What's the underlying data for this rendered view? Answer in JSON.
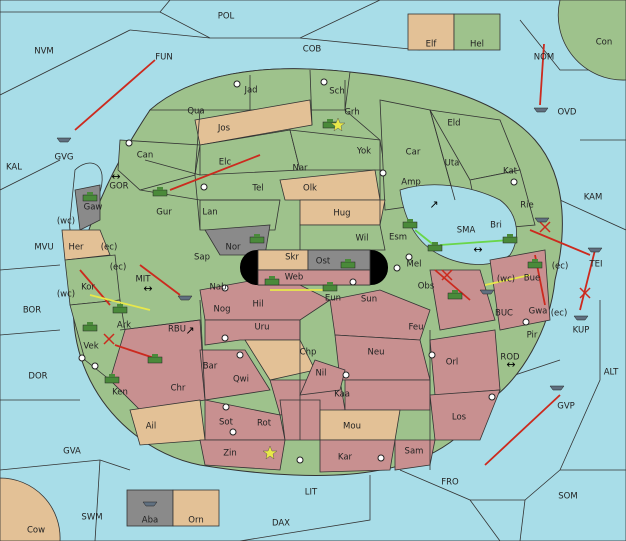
{
  "title": "",
  "colors": {
    "sea": "#a8dde8",
    "green_power": "#9ec28c",
    "neutral": "#e3c196",
    "red_power": "#c89090",
    "gray_power": "#8a8a8a",
    "order_red": "#cc2a1e",
    "order_yellow": "#e8e84a",
    "order_green": "#6ad64a"
  },
  "sea_regions": [
    "POL",
    "COB",
    "NVM",
    "FUN",
    "NOM",
    "Con",
    "KAL",
    "OVD",
    "GVG",
    "GOR",
    "KAM",
    "MVU",
    "MIT",
    "BOR",
    "SMA",
    "BUC",
    "RBU",
    "TEI",
    "KUP",
    "DOR",
    "ROD",
    "ALT",
    "GVP",
    "GVA",
    "FRO",
    "SOM",
    "LIT",
    "SWM",
    "DAX",
    "Cow"
  ],
  "land_regions": [
    "Jad",
    "Sch",
    "Grh",
    "Qua",
    "Jos",
    "Eld",
    "Can",
    "Yok",
    "Car",
    "Elc",
    "Nar",
    "Uta",
    "Kat",
    "Tel",
    "Olk",
    "Amp",
    "Gaw",
    "Gur",
    "Lan",
    "Hug",
    "Rie",
    "Esm",
    "Bri",
    "Her",
    "Nor",
    "Skr",
    "Wil",
    "Sap",
    "Ost",
    "Mel",
    "Kor",
    "Web",
    "Nab",
    "Obs",
    "Bue",
    "Hil",
    "Eun",
    "Sun",
    "Nog",
    "Gwa",
    "Ark",
    "Uru",
    "Feu",
    "Pir",
    "Vek",
    "Chp",
    "Neu",
    "Bar",
    "Qwi",
    "Orl",
    "Nil",
    "Chr",
    "Ken",
    "Kaa",
    "Ail",
    "Sot",
    "Rot",
    "Mou",
    "Los",
    "Zin",
    "Kar",
    "Sam"
  ],
  "coast_labels": [
    "(wc)",
    "(ec)",
    "(ec)",
    "(wc)",
    "(wc)",
    "(ec)",
    "(ec)"
  ],
  "legend": {
    "top": [
      "Elf",
      "Hel"
    ],
    "bottom": [
      "Aba",
      "Orn"
    ]
  },
  "icons": [
    "tank-icon",
    "ship-icon",
    "supply-center-icon",
    "star-icon",
    "double-arrow-icon"
  ]
}
